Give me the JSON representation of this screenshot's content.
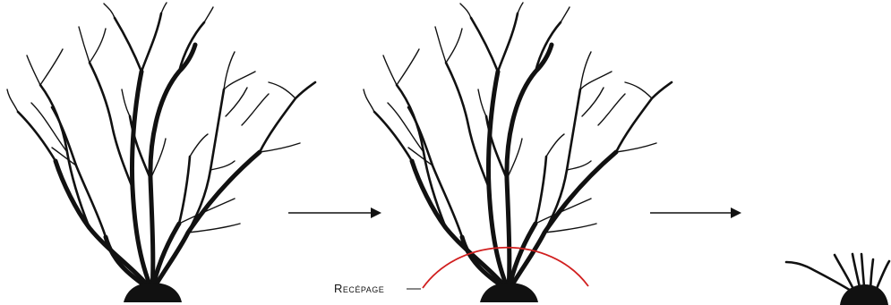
{
  "diagram": {
    "steps": [
      {
        "id": "before"
      },
      {
        "id": "cut"
      },
      {
        "id": "after"
      }
    ],
    "cut_label": "Recépage",
    "colors": {
      "ink": "#111111",
      "cut_line": "#d11f1f"
    }
  }
}
